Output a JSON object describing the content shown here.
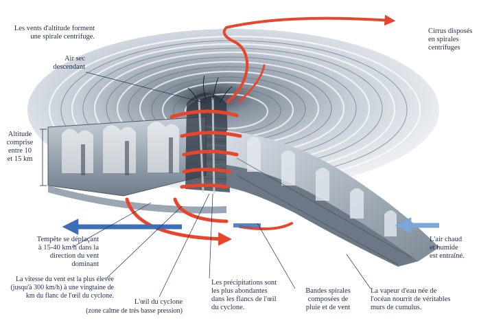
{
  "labels": {
    "top_winds": "Les vents d'altitude forment\nune spirale centrifuge.",
    "cirrus": "Cirrus disposés\nen spirales\ncentrifuges",
    "dry_air": "Air sec\ndescendant",
    "altitude": "Altitude\ncomprise\nentre 10\net 15 km",
    "storm_motion": "Tempête se déplaçant\nà 15-40 km/h dans la\ndirection du vent\ndominant",
    "warm_air": "L'air chaud\net humide\nest entraîné.",
    "wind_speed": "La vitesse du vent est la plus élevée\n(jusqu'à 300 km/h) à une vingtaine de\nkm du flanc de l'œil du cyclone.",
    "eye": "L'œil du cyclone",
    "eye_detail": "(zone calme de très basse pression)",
    "precip": "Les précipitations sont\nles plus abondantes\ndans les flancs de l'œil\ndu cyclone.",
    "bands": "Bandes spirales\ncomposées de\npluie et de vent",
    "vapor": "La vapeur d'eau née de\nl'océan nourrit de véritables\nmurs de cumulus."
  },
  "colors": {
    "wind_arrow": "#e8452c",
    "motion_arrow": "#3d6fb8",
    "warm_arrow": "#7aa6d8",
    "cloud": "#b9c3cf",
    "cloud_dark": "#5b6876",
    "text": "#1f2d4a"
  }
}
